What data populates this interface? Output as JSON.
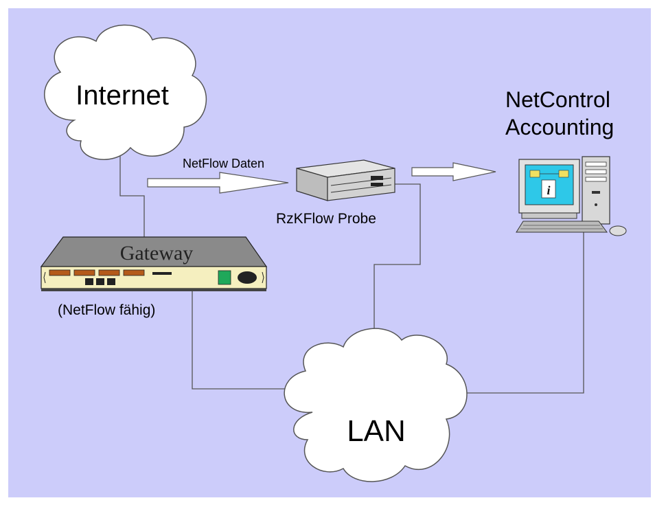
{
  "diagram": {
    "background_color": "#ccccfa",
    "labels": {
      "internet": "Internet",
      "lan": "LAN",
      "netflow_data": "NetFlow Daten",
      "probe": "RzKFlow Probe",
      "netcontrol_line1": "NetControl",
      "netcontrol_line2": "Accounting",
      "gateway": "Gateway",
      "gateway_caption": "(NetFlow fähig)"
    },
    "nodes": [
      {
        "id": "internet",
        "kind": "cloud"
      },
      {
        "id": "lan",
        "kind": "cloud"
      },
      {
        "id": "gateway",
        "kind": "router"
      },
      {
        "id": "probe",
        "kind": "server-box"
      },
      {
        "id": "netcontrol",
        "kind": "workstation"
      }
    ],
    "edges": [
      {
        "from": "internet",
        "to": "gateway",
        "style": "line"
      },
      {
        "from": "gateway",
        "to": "lan",
        "style": "line"
      },
      {
        "from": "probe",
        "to": "lan",
        "style": "line"
      },
      {
        "from": "netcontrol",
        "to": "lan",
        "style": "line"
      },
      {
        "from": "gateway",
        "to": "probe",
        "style": "hollow-arrow",
        "label": "NetFlow Daten"
      },
      {
        "from": "probe",
        "to": "netcontrol",
        "style": "hollow-arrow"
      }
    ]
  }
}
